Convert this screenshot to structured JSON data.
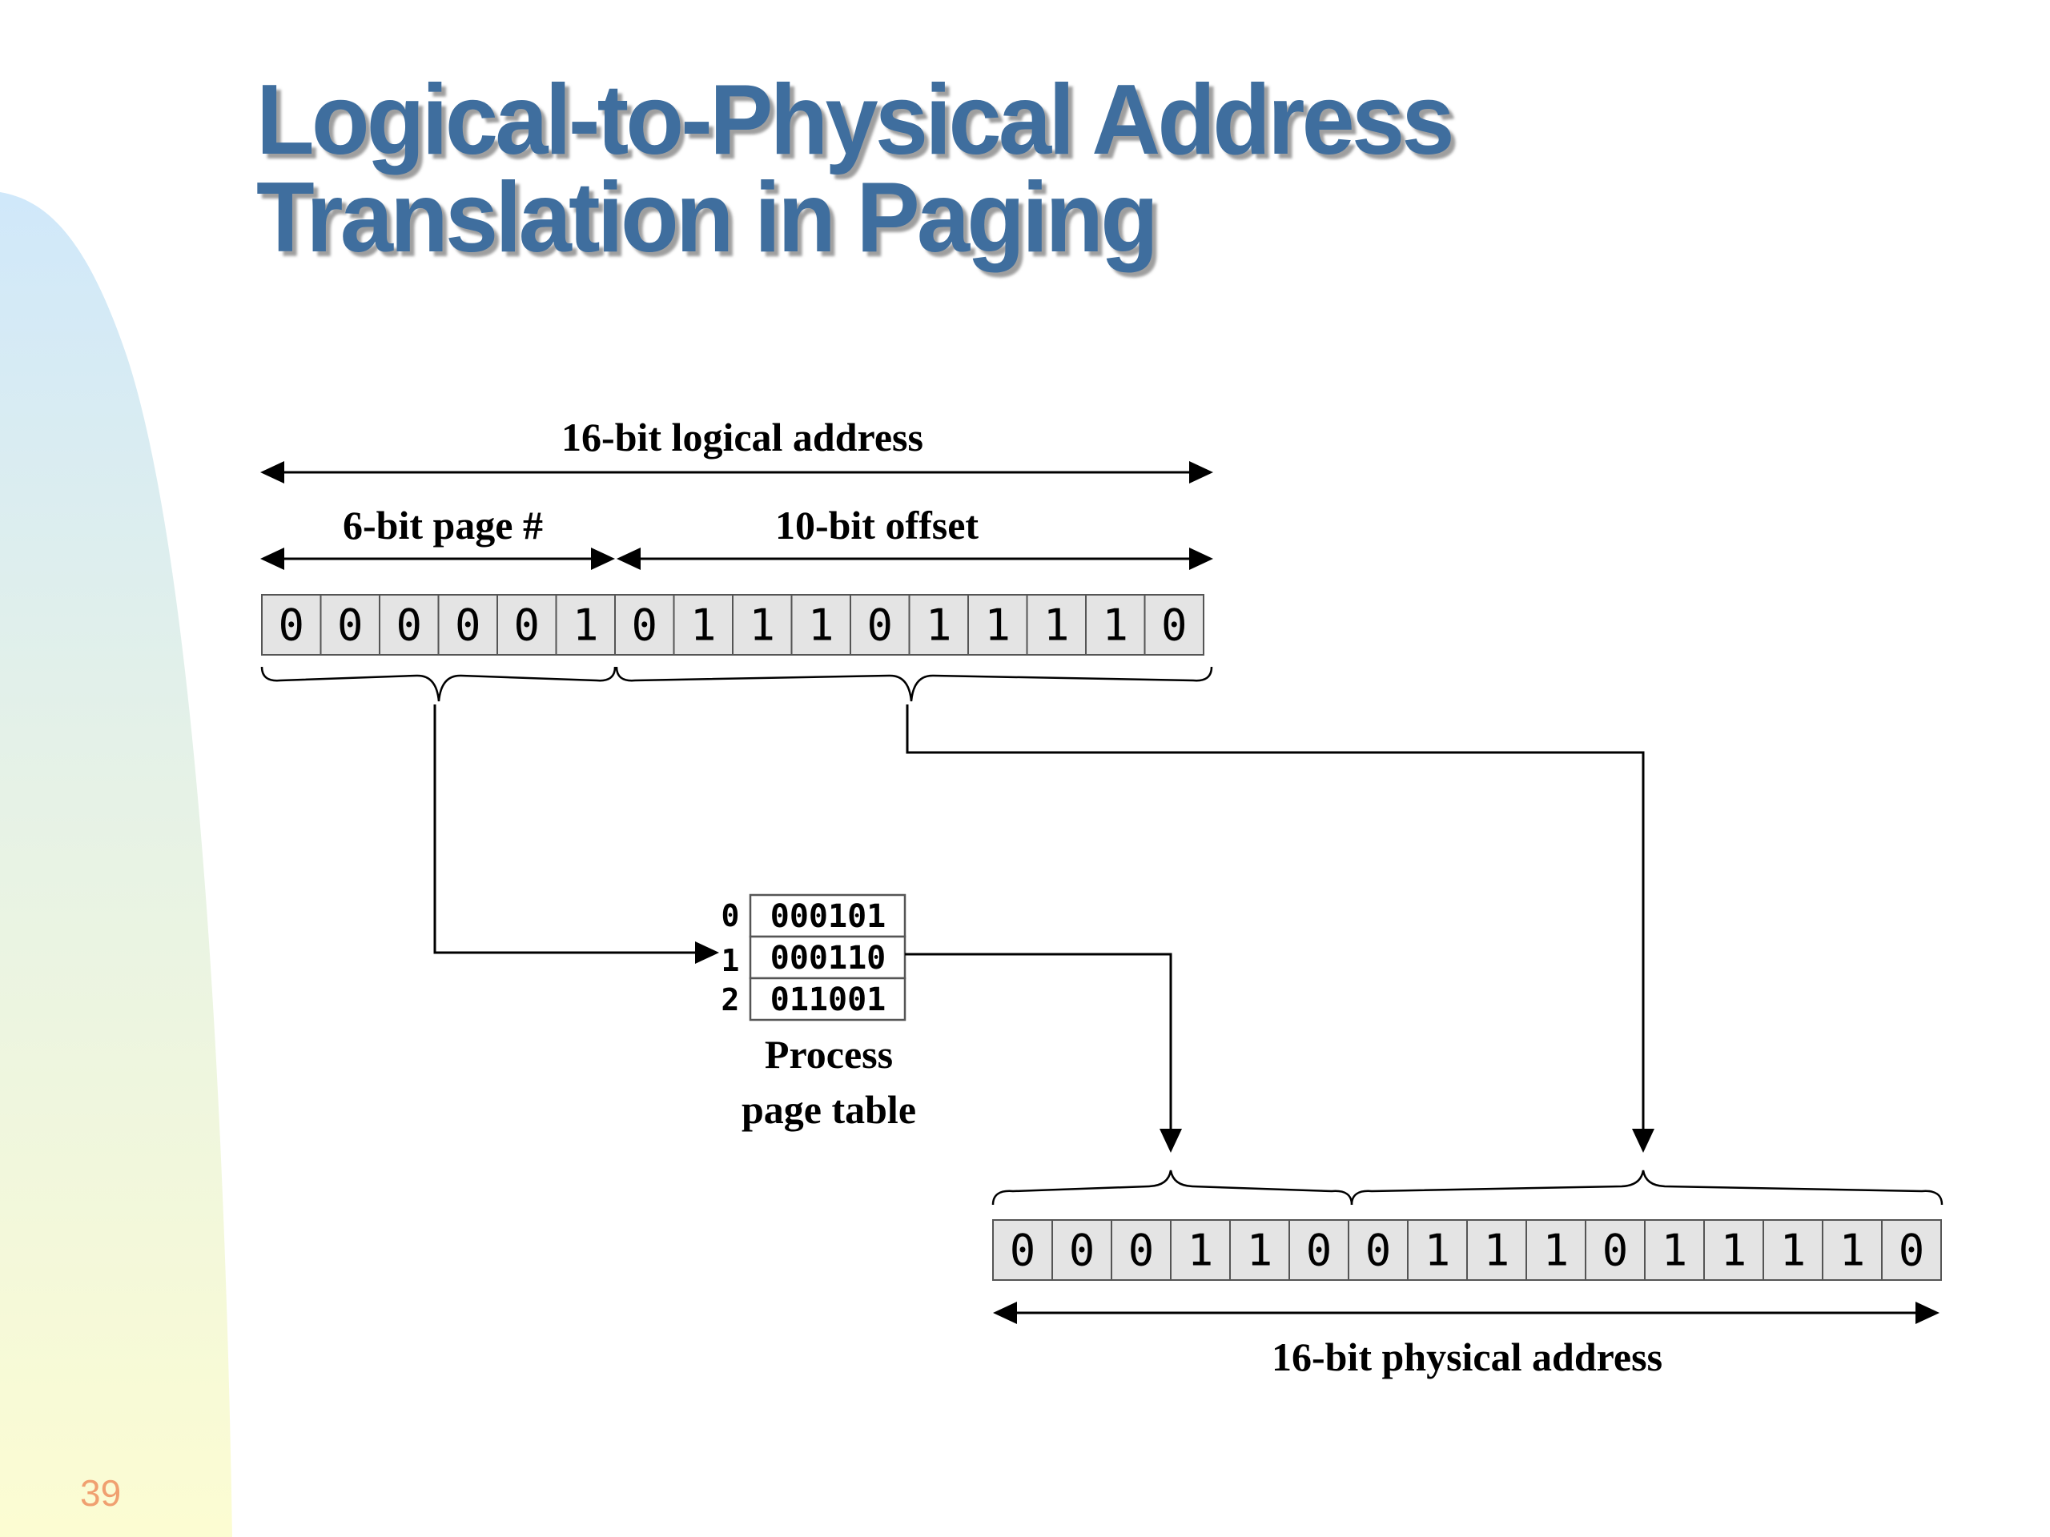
{
  "slide": {
    "title_line1": "Logical-to-Physical Address",
    "title_line2": "Translation in Paging",
    "slide_number": "39",
    "colors": {
      "title": "#3f6e9e",
      "slide_number": "#f0a070",
      "cell_fill": "#e4e4e4",
      "gradient_top": "#d0e8fa",
      "gradient_bottom": "#fcfcd2"
    }
  },
  "diagram": {
    "logical_address_label": "16-bit logical address",
    "page_number_label": "6-bit page #",
    "offset_label": "10-bit offset",
    "logical_bits": [
      "0",
      "0",
      "0",
      "0",
      "0",
      "1",
      "0",
      "1",
      "1",
      "1",
      "0",
      "1",
      "1",
      "1",
      "1",
      "0"
    ],
    "page_table": {
      "indices": [
        "0",
        "1",
        "2"
      ],
      "entries": [
        "000101",
        "000110",
        "011001"
      ],
      "caption_line1": "Process",
      "caption_line2": "page table"
    },
    "physical_bits": [
      "0",
      "0",
      "0",
      "1",
      "1",
      "0",
      "0",
      "1",
      "1",
      "1",
      "0",
      "1",
      "1",
      "1",
      "1",
      "0"
    ],
    "physical_address_label": "16-bit physical address"
  }
}
